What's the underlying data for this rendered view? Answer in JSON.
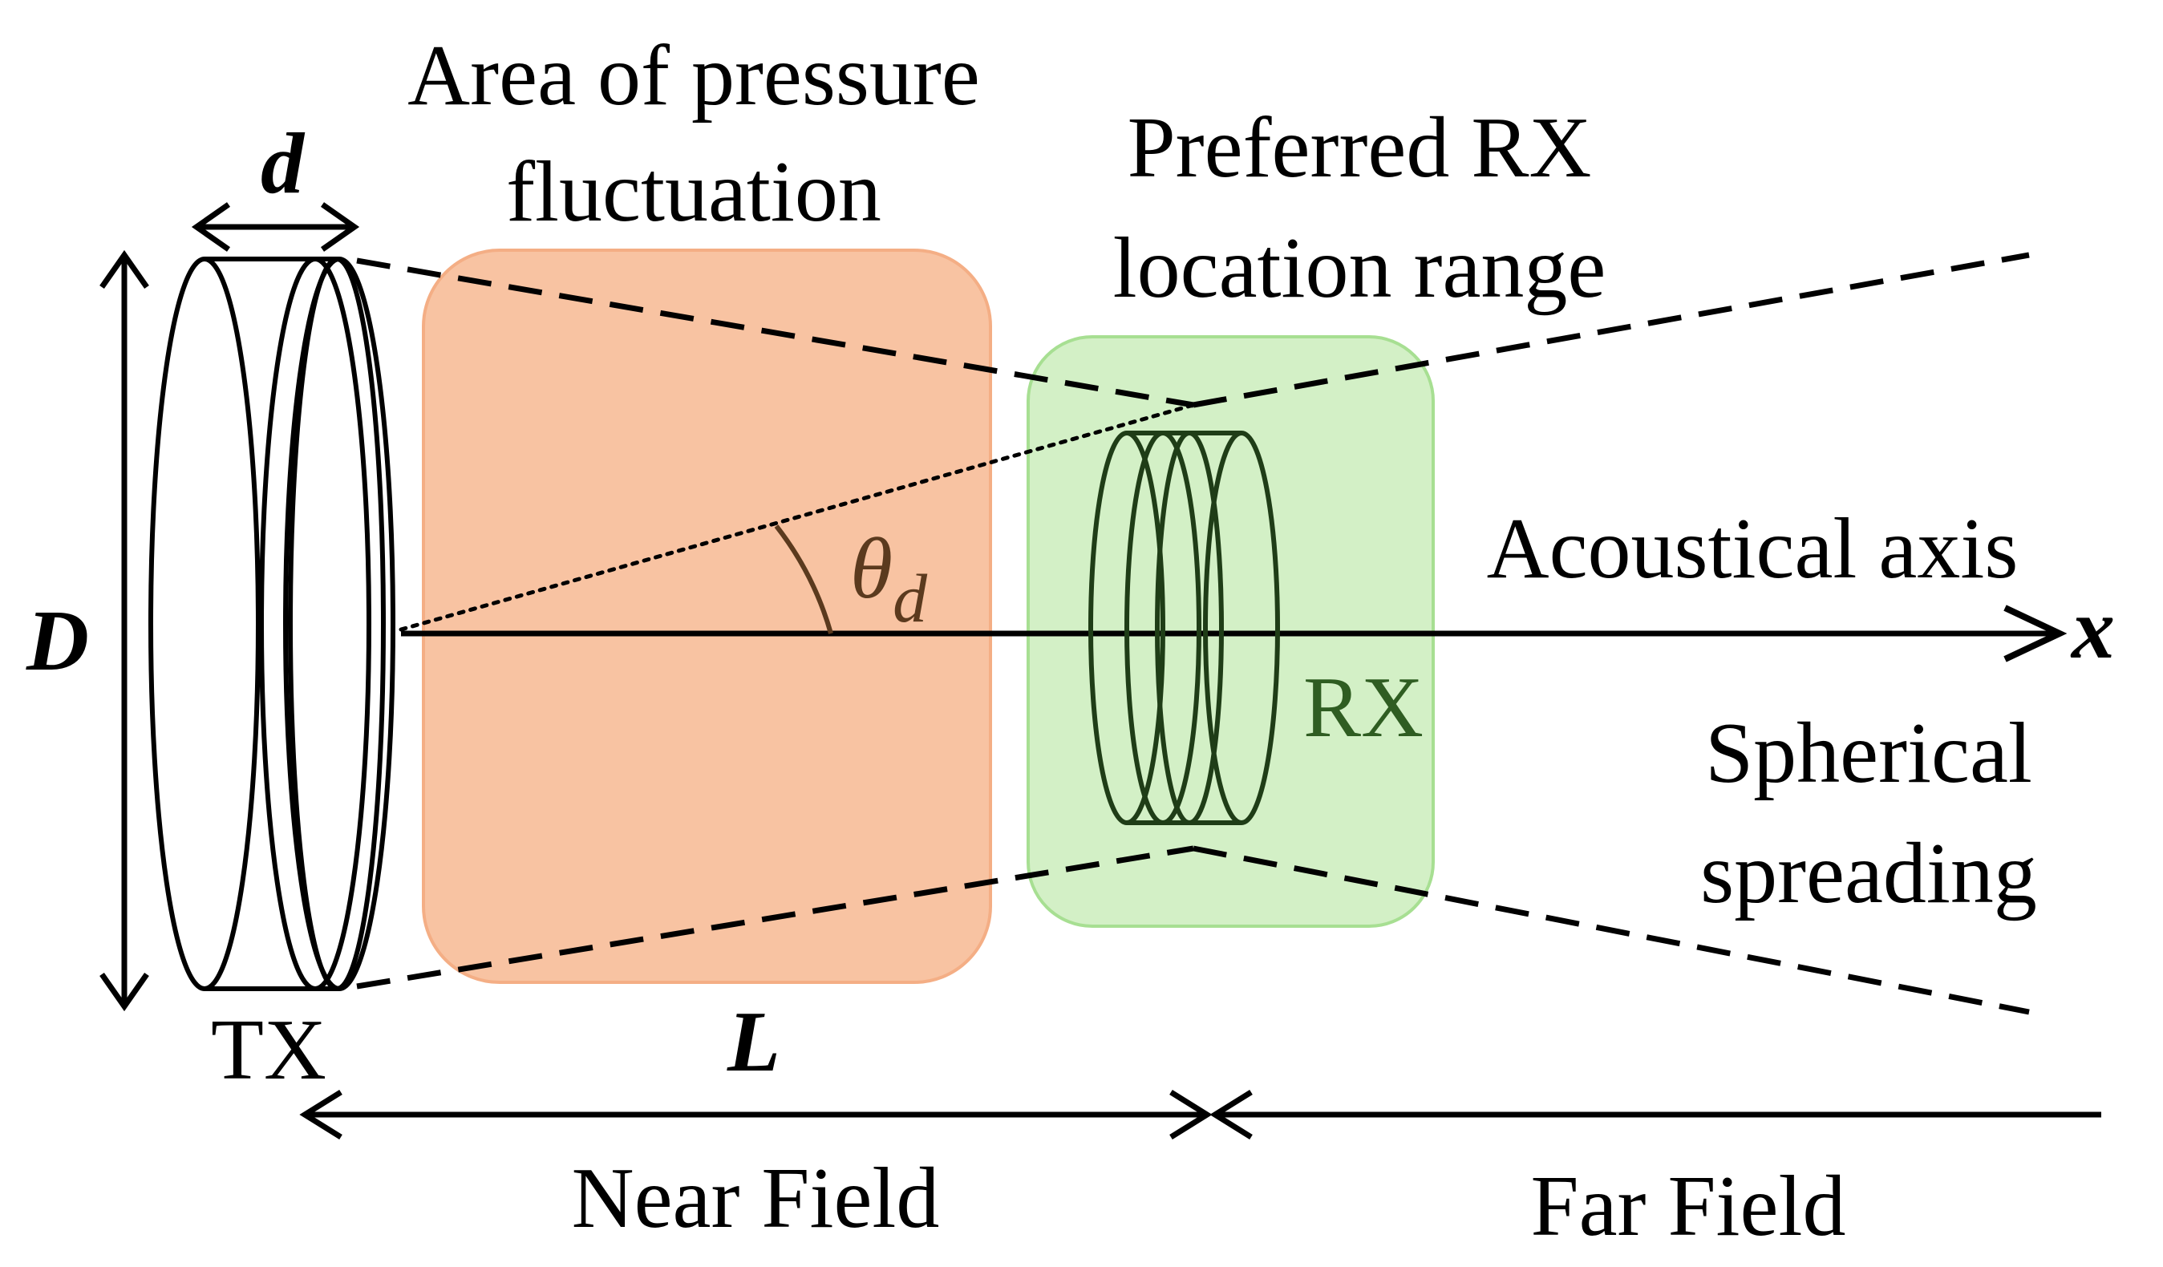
{
  "labels": {
    "area_of_pressure_line1": "Area of pressure",
    "area_of_pressure_line2": "fluctuation",
    "preferred_rx_line1": "Preferred RX",
    "preferred_rx_line2": "location range",
    "acoustical_axis": "Acoustical axis",
    "x_axis": "x",
    "spherical_line1": "Spherical",
    "spherical_line2": "spreading",
    "tx": "TX",
    "rx": "RX",
    "d_small": "d",
    "d_big": "D",
    "length": "L",
    "theta": "θ",
    "theta_sub": "d",
    "near_field": "Near Field",
    "far_field": "Far Field"
  },
  "colors": {
    "near_region_fill": "#f8c3a2",
    "near_region_stroke": "#f4ae85",
    "rx_region_fill": "#d3f0c6",
    "rx_region_stroke": "#a7df92",
    "theta_color": "#5b3a1e",
    "rx_label_color": "#2f5d22"
  }
}
